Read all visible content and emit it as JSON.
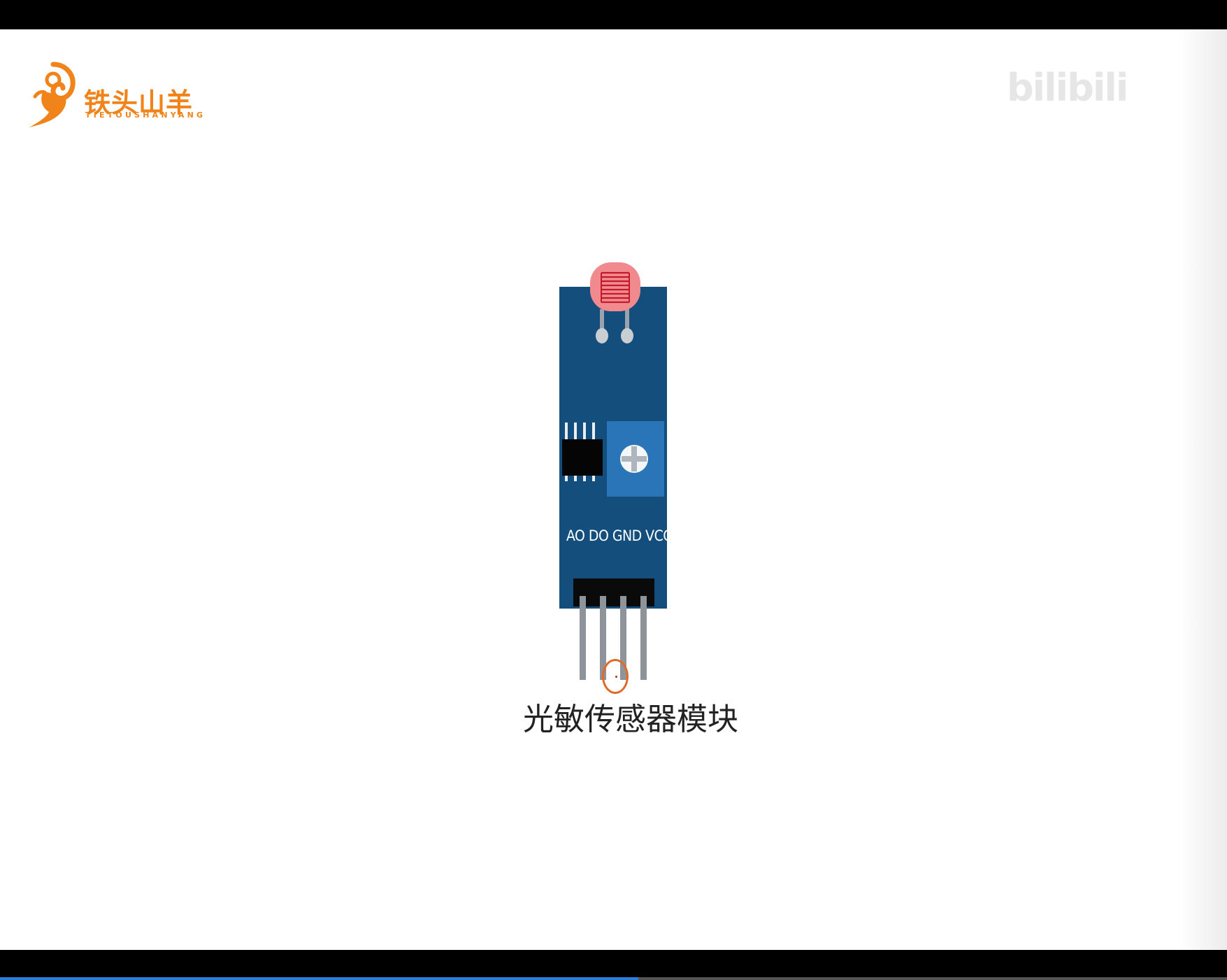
{
  "logo": {
    "name": "铁头山羊",
    "subtitle": "TIETOUSHANYANG",
    "color": "#f08319"
  },
  "watermark": {
    "text": "bilibili"
  },
  "module": {
    "pin_labels": "AO DO GND VCC",
    "board_color": "#134e7c",
    "potentiometer_color": "#2a74b8",
    "ldr_color": "#f08a8f"
  },
  "caption": "光敏传感器模块",
  "player": {
    "progress": 0.52
  }
}
